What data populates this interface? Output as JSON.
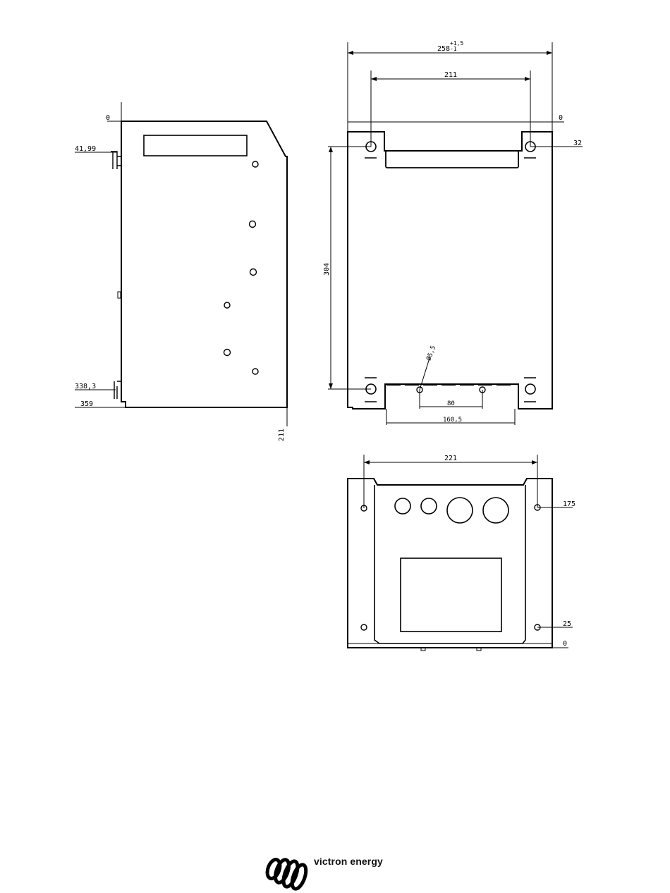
{
  "side_view": {
    "dim_top": "0",
    "dim_upper": "41,99",
    "dim_lower": "338,3",
    "dim_bottom": "359",
    "dim_width": "211"
  },
  "rear_view": {
    "dim_overall": "258",
    "dim_tolerance_plus": "+1,5",
    "dim_tolerance_minus": "-1",
    "dim_hole_span": "211",
    "dim_height": "304",
    "dim_hole_offset": "32",
    "dim_top_zero": "0",
    "dim_hole_dia": "Ø5,5",
    "dim_slot_spacing": "80",
    "dim_flange": "160,5"
  },
  "bottom_view": {
    "dim_hole_span": "221",
    "dim_upper": "175",
    "dim_lower": "25",
    "dim_zero": "0"
  },
  "footer": {
    "brand_name": "victron energy",
    "logo_icon": "victron-spring-logo-icon"
  }
}
